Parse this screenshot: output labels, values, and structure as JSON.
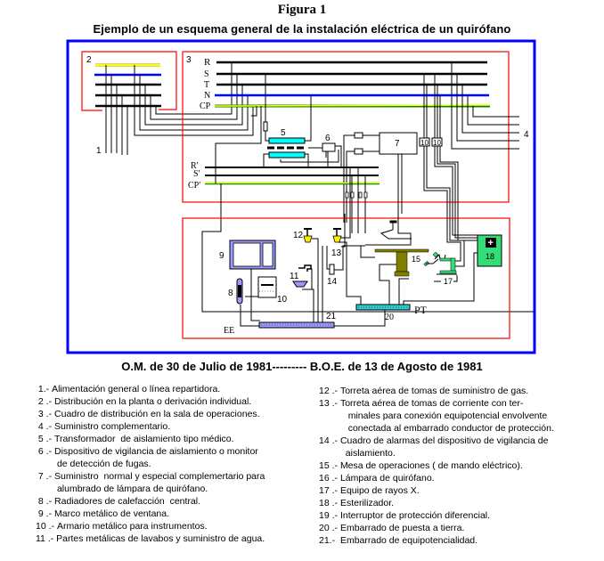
{
  "header": {
    "figure_label": "Figura 1",
    "title": "Ejemplo de un esquema general de la instalación eléctrica de un quirófano"
  },
  "diagram": {
    "colors": {
      "outer_frame": "#0000ff",
      "panel_frame": "#ff0000",
      "neutral": "#0000ff",
      "protective": "#ffff00",
      "protective_edge": "#008000",
      "phase": "#000000",
      "transformer": "#00ffff",
      "equipotential_bar": "#9999ff",
      "earth_bar": "#33cccc",
      "sterilizer": "#33dd77",
      "table": "#808000",
      "gas_turret": "#ffee00"
    },
    "bus_labels": [
      "R",
      "S",
      "T",
      "N",
      "CP"
    ],
    "secondary_bus_labels": [
      "R'",
      "S'",
      "CP'"
    ],
    "component_labels": {
      "n1": "1",
      "n2": "2",
      "n3": "3",
      "n4": "4",
      "n5": "5",
      "n6": "6",
      "n7": "7",
      "n8": "8",
      "n9": "9",
      "n10a": "10",
      "n10b": "10",
      "n10c": "10",
      "n11": "11",
      "n12": "12",
      "n13": "13",
      "n14": "14",
      "n15": "15",
      "n17": "17",
      "n18": "18",
      "n20": "20",
      "n21": "21",
      "pt": "PT",
      "ee": "EE",
      "plus": "+"
    }
  },
  "reference": "O.M. de 30 de Julio de 1981--------- B.O.E. de 13 de Agosto de 1981",
  "legend_left": [
    {
      "num": " 1.- ",
      "text": "Alimentación general o línea repartidora."
    },
    {
      "num": " 2 .- ",
      "text": "Distribución en la planta o derivación individual."
    },
    {
      "num": " 3 .- ",
      "text": "Cuadro de distribución en la sala de operaciones."
    },
    {
      "num": " 4 .- ",
      "text": "Suministro complementario."
    },
    {
      "num": " 5 .- ",
      "text": "Transformador  de aislamiento tipo médico."
    },
    {
      "num": " 6 .- ",
      "text": "Dispositivo de vigilancia de aislamiento o monitor\n de detección de fugas."
    },
    {
      "num": " 7 .- ",
      "text": "Suministro  normal y especial complemertario para\n alumbrado de lámpara de quirófano."
    },
    {
      "num": " 8 .- ",
      "text": "Radiadores de calefacción  central."
    },
    {
      "num": " 9 .- ",
      "text": "Marco metálico de ventana."
    },
    {
      "num": "10 .- ",
      "text": "Armario metálico para instrumentos."
    },
    {
      "num": "11 .- ",
      "text": "Partes metálicas de lavabos y suministro de agua."
    }
  ],
  "legend_right": [
    {
      "num": "12 .- ",
      "text": "Torreta aérea de tomas de suministro de gas."
    },
    {
      "num": "13 .- ",
      "text": "Torreta aérea de tomas de corriente con ter-\n   minales para conexión equipotencial envolvente\n   conectada al embarrado conductor de protección."
    },
    {
      "num": "14 .- ",
      "text": "Cuadro de alarmas del dispositivo de vigilancia de\n  aislamiento."
    },
    {
      "num": "15 .- ",
      "text": "Mesa de operaciones ( de mando eléctrico)."
    },
    {
      "num": "16 .- ",
      "text": "Lámpara de quirófano."
    },
    {
      "num": "17 .- ",
      "text": "Equipo de rayos X."
    },
    {
      "num": "18 .- ",
      "text": "Esterilizador."
    },
    {
      "num": "19 .- ",
      "text": "Interruptor de protección diferencial."
    },
    {
      "num": "20 .- ",
      "text": "Embarrado de puesta a tierra."
    },
    {
      "num": "21.-  ",
      "text": "Embarrado de equipotencialidad."
    }
  ]
}
